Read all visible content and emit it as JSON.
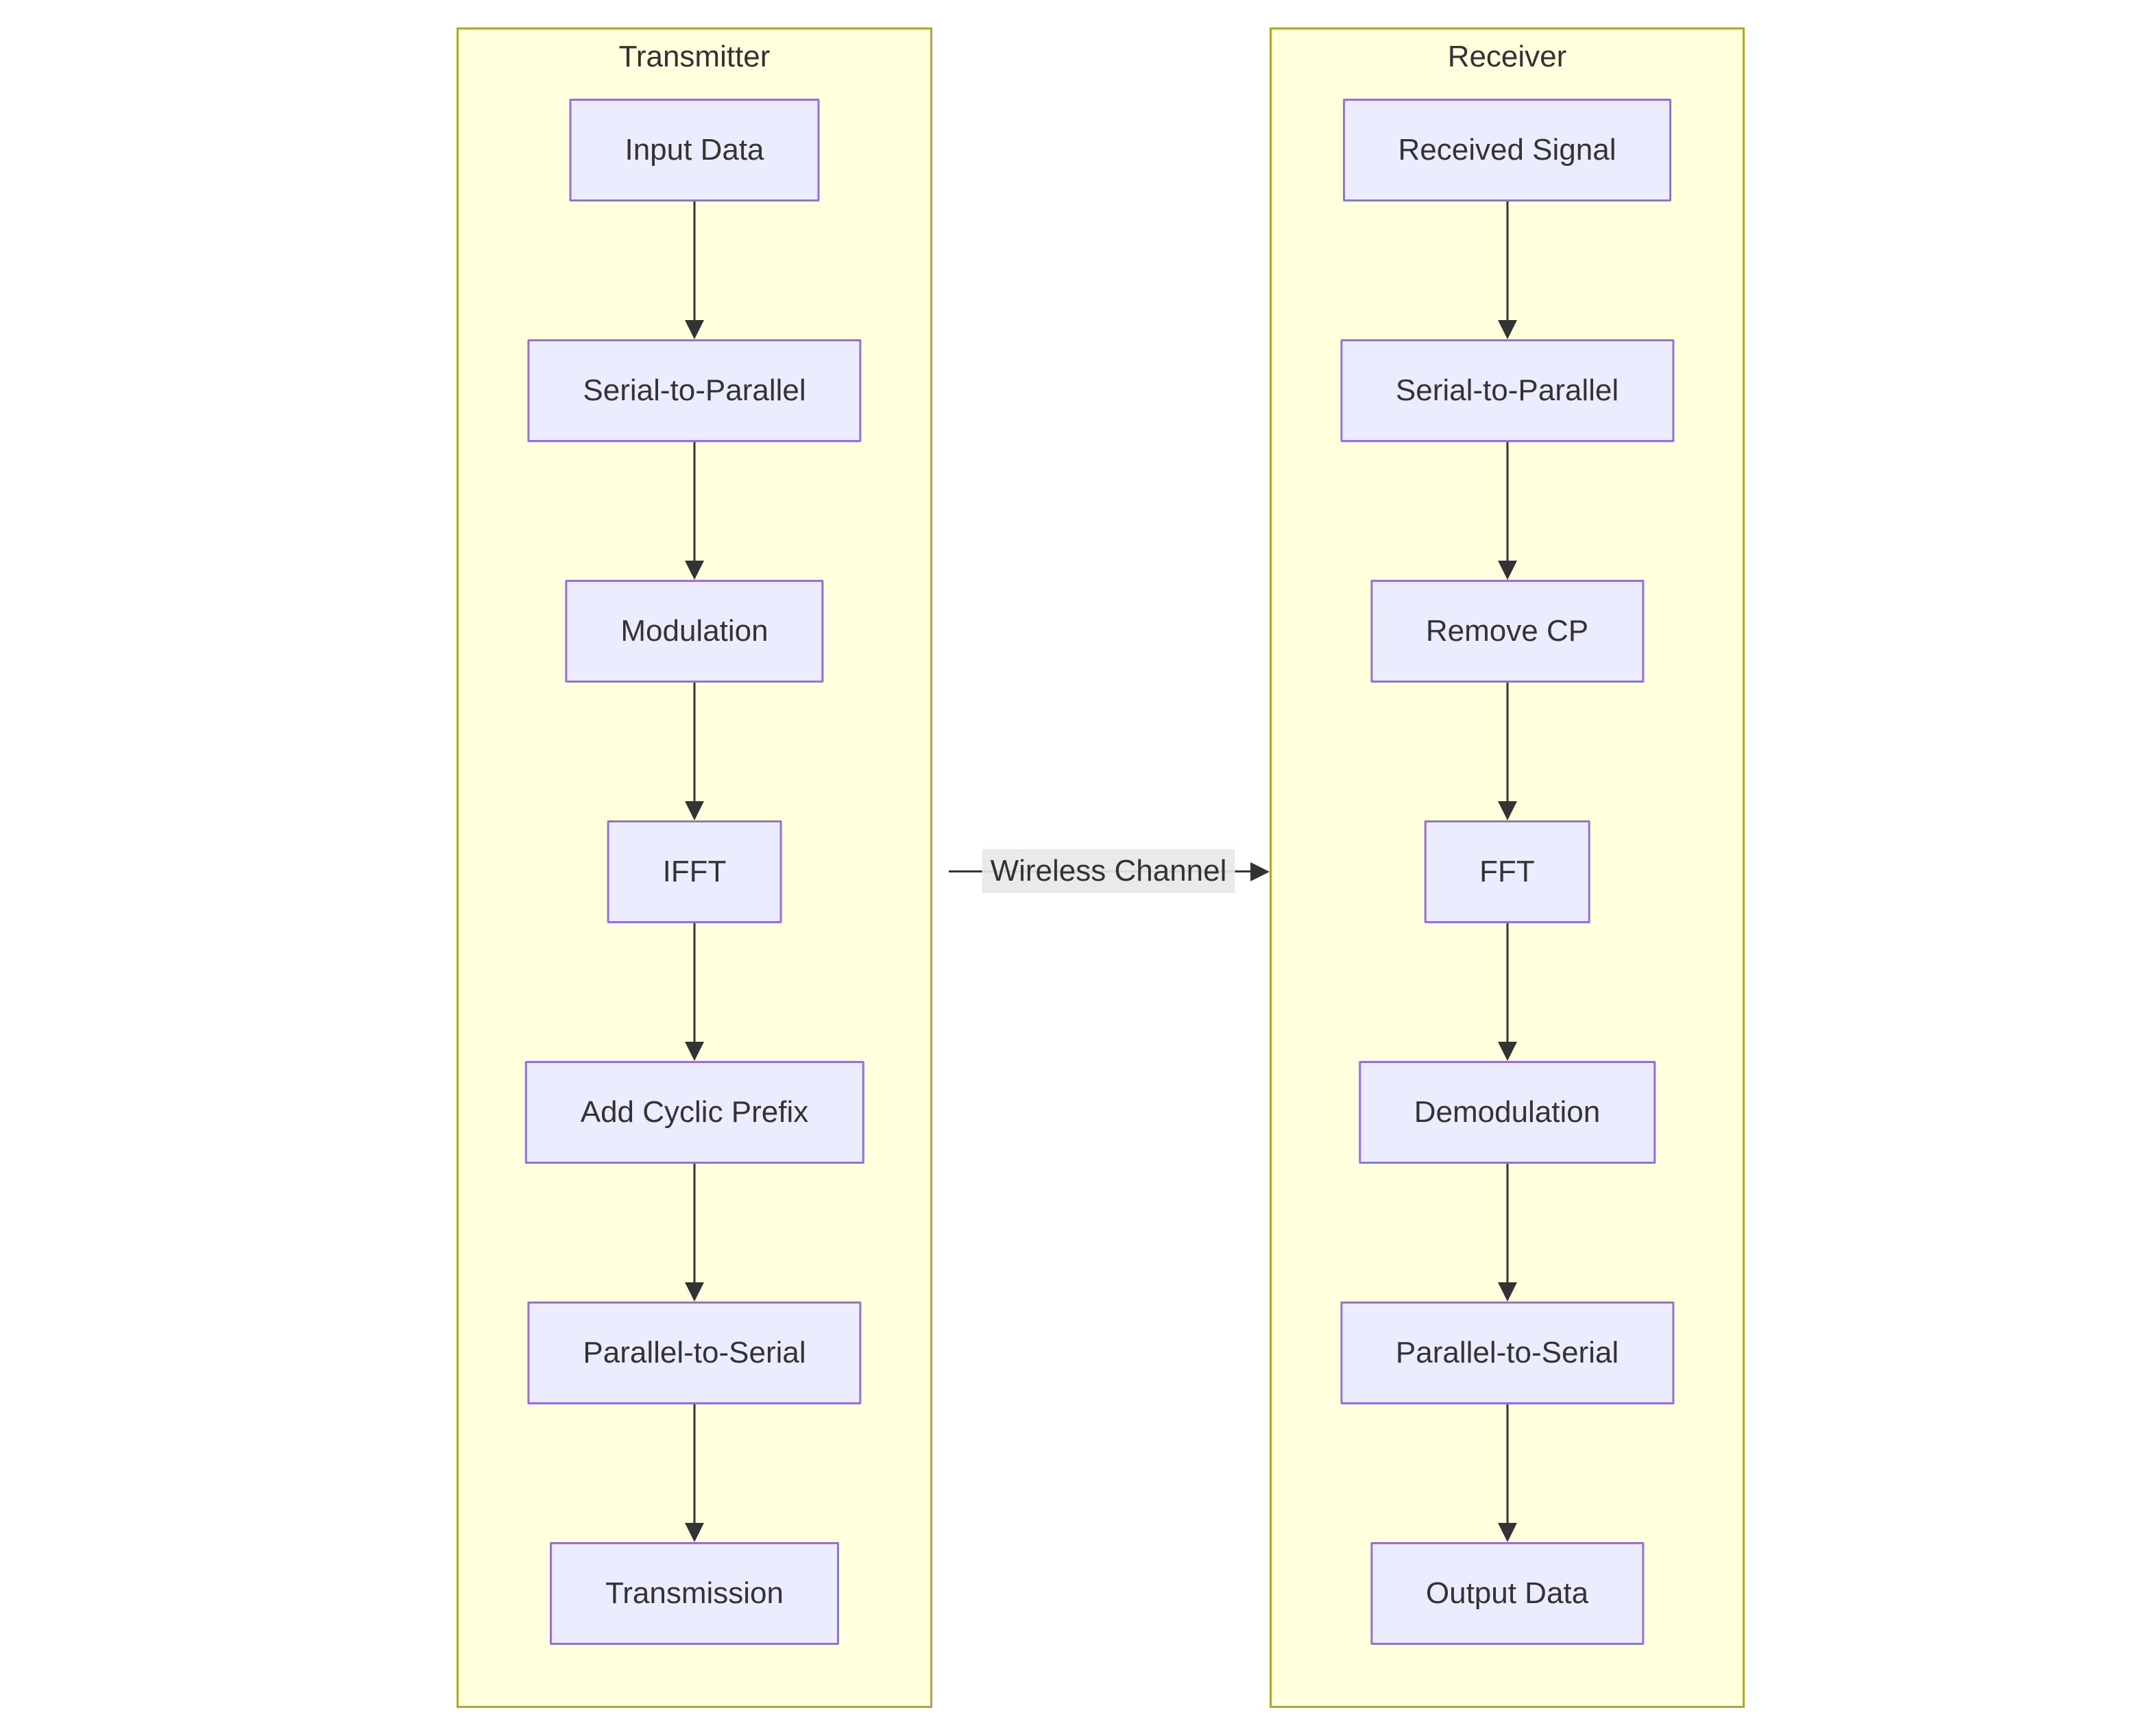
{
  "transmitter": {
    "title": "Transmitter",
    "nodes": [
      {
        "label": "Input Data"
      },
      {
        "label": "Serial-to-Parallel"
      },
      {
        "label": "Modulation"
      },
      {
        "label": "IFFT"
      },
      {
        "label": "Add Cyclic Prefix"
      },
      {
        "label": "Parallel-to-Serial"
      },
      {
        "label": "Transmission"
      }
    ]
  },
  "receiver": {
    "title": "Receiver",
    "nodes": [
      {
        "label": "Received Signal"
      },
      {
        "label": "Serial-to-Parallel"
      },
      {
        "label": "Remove CP"
      },
      {
        "label": "FFT"
      },
      {
        "label": "Demodulation"
      },
      {
        "label": "Parallel-to-Serial"
      },
      {
        "label": "Output Data"
      }
    ]
  },
  "channel": {
    "label": "Wireless Channel"
  },
  "colors": {
    "node_fill": "#ECECFF",
    "node_border": "#9370DB",
    "subgraph_fill": "#FFFFDE",
    "subgraph_border": "#AAAA33",
    "edge": "#333333",
    "text": "#333333",
    "edge_label_bg": "#E8E8E8",
    "background": "#FFFFFF"
  }
}
